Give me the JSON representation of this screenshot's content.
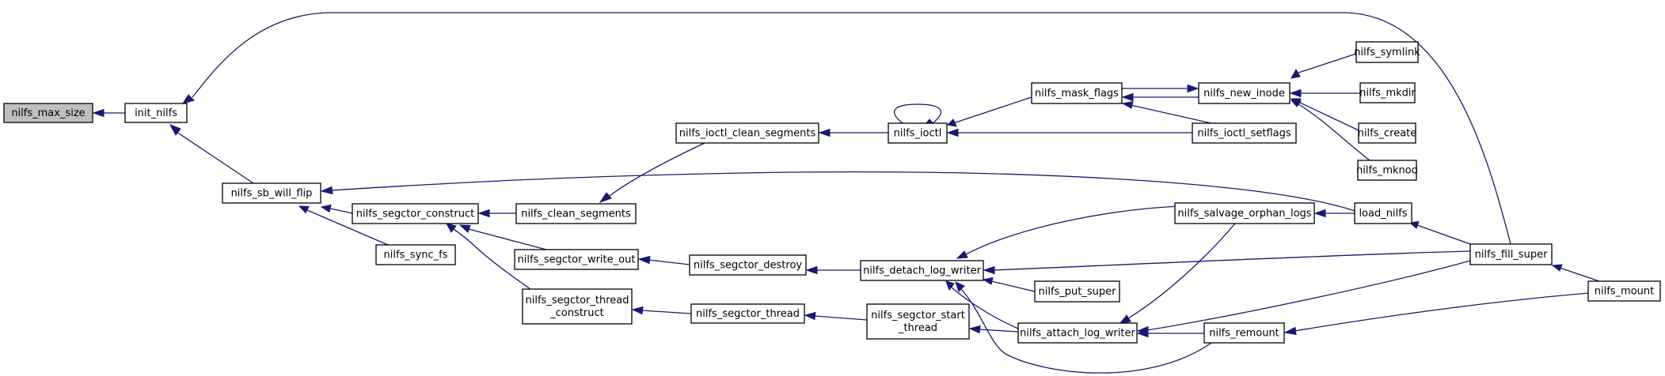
{
  "graph": {
    "title": "",
    "focus": "nilfs_max_size",
    "nodes": [
      {
        "id": "nilfs_max_size",
        "lines": [
          "nilfs_max_size"
        ],
        "focus": true
      },
      {
        "id": "init_nilfs",
        "lines": [
          "init_nilfs"
        ]
      },
      {
        "id": "nilfs_sb_will_flip",
        "lines": [
          "nilfs_sb_will_flip"
        ]
      },
      {
        "id": "nilfs_segctor_construct",
        "lines": [
          "nilfs_segctor_construct"
        ]
      },
      {
        "id": "nilfs_sync_fs",
        "lines": [
          "nilfs_sync_fs"
        ]
      },
      {
        "id": "nilfs_clean_segments",
        "lines": [
          "nilfs_clean_segments"
        ]
      },
      {
        "id": "nilfs_segctor_write_out",
        "lines": [
          "nilfs_segctor_write_out"
        ]
      },
      {
        "id": "nilfs_segctor_thread_construct",
        "lines": [
          "nilfs_segctor_thread",
          "_construct"
        ]
      },
      {
        "id": "nilfs_ioctl_clean_segments",
        "lines": [
          "nilfs_ioctl_clean_segments"
        ]
      },
      {
        "id": "nilfs_segctor_destroy",
        "lines": [
          "nilfs_segctor_destroy"
        ]
      },
      {
        "id": "nilfs_segctor_thread",
        "lines": [
          "nilfs_segctor_thread"
        ]
      },
      {
        "id": "nilfs_ioctl",
        "lines": [
          "nilfs_ioctl"
        ]
      },
      {
        "id": "nilfs_detach_log_writer",
        "lines": [
          "nilfs_detach_log_writer"
        ]
      },
      {
        "id": "nilfs_segctor_start_thread",
        "lines": [
          "nilfs_segctor_start",
          "_thread"
        ]
      },
      {
        "id": "nilfs_mask_flags",
        "lines": [
          "nilfs_mask_flags"
        ]
      },
      {
        "id": "nilfs_put_super",
        "lines": [
          "nilfs_put_super"
        ]
      },
      {
        "id": "nilfs_attach_log_writer",
        "lines": [
          "nilfs_attach_log_writer"
        ]
      },
      {
        "id": "nilfs_new_inode",
        "lines": [
          "nilfs_new_inode"
        ]
      },
      {
        "id": "nilfs_ioctl_setflags",
        "lines": [
          "nilfs_ioctl_setflags"
        ]
      },
      {
        "id": "nilfs_salvage_orphan_logs",
        "lines": [
          "nilfs_salvage_orphan_logs"
        ]
      },
      {
        "id": "nilfs_remount",
        "lines": [
          "nilfs_remount"
        ]
      },
      {
        "id": "load_nilfs",
        "lines": [
          "load_nilfs"
        ]
      },
      {
        "id": "nilfs_symlink",
        "lines": [
          "nilfs_symlink"
        ]
      },
      {
        "id": "nilfs_mkdir",
        "lines": [
          "nilfs_mkdir"
        ]
      },
      {
        "id": "nilfs_create",
        "lines": [
          "nilfs_create"
        ]
      },
      {
        "id": "nilfs_mknod",
        "lines": [
          "nilfs_mknod"
        ]
      },
      {
        "id": "nilfs_fill_super",
        "lines": [
          "nilfs_fill_super"
        ]
      },
      {
        "id": "nilfs_mount",
        "lines": [
          "nilfs_mount"
        ]
      }
    ],
    "edges": [
      {
        "from": "init_nilfs",
        "to": "nilfs_max_size"
      },
      {
        "from": "nilfs_sb_will_flip",
        "to": "init_nilfs"
      },
      {
        "from": "nilfs_fill_super",
        "to": "init_nilfs"
      },
      {
        "from": "nilfs_segctor_construct",
        "to": "nilfs_sb_will_flip"
      },
      {
        "from": "nilfs_sync_fs",
        "to": "nilfs_sb_will_flip"
      },
      {
        "from": "load_nilfs",
        "to": "nilfs_sb_will_flip"
      },
      {
        "from": "nilfs_clean_segments",
        "to": "nilfs_segctor_construct"
      },
      {
        "from": "nilfs_segctor_write_out",
        "to": "nilfs_segctor_construct"
      },
      {
        "from": "nilfs_segctor_thread_construct",
        "to": "nilfs_segctor_construct"
      },
      {
        "from": "nilfs_ioctl_clean_segments",
        "to": "nilfs_clean_segments"
      },
      {
        "from": "nilfs_ioctl",
        "to": "nilfs_ioctl_clean_segments"
      },
      {
        "from": "nilfs_ioctl",
        "to": "nilfs_ioctl"
      },
      {
        "from": "nilfs_mask_flags",
        "to": "nilfs_ioctl"
      },
      {
        "from": "nilfs_ioctl_setflags",
        "to": "nilfs_ioctl"
      },
      {
        "from": "nilfs_new_inode",
        "to": "nilfs_mask_flags"
      },
      {
        "from": "nilfs_ioctl_setflags",
        "to": "nilfs_mask_flags"
      },
      {
        "from": "nilfs_mask_flags",
        "to": "nilfs_new_inode"
      },
      {
        "from": "nilfs_symlink",
        "to": "nilfs_new_inode"
      },
      {
        "from": "nilfs_mkdir",
        "to": "nilfs_new_inode"
      },
      {
        "from": "nilfs_create",
        "to": "nilfs_new_inode"
      },
      {
        "from": "nilfs_mknod",
        "to": "nilfs_new_inode"
      },
      {
        "from": "nilfs_segctor_destroy",
        "to": "nilfs_segctor_write_out"
      },
      {
        "from": "nilfs_detach_log_writer",
        "to": "nilfs_segctor_destroy"
      },
      {
        "from": "nilfs_segctor_thread",
        "to": "nilfs_segctor_thread_construct"
      },
      {
        "from": "nilfs_segctor_start_thread",
        "to": "nilfs_segctor_thread"
      },
      {
        "from": "nilfs_attach_log_writer",
        "to": "nilfs_segctor_start_thread"
      },
      {
        "from": "nilfs_salvage_orphan_logs",
        "to": "nilfs_detach_log_writer"
      },
      {
        "from": "nilfs_fill_super",
        "to": "nilfs_detach_log_writer"
      },
      {
        "from": "nilfs_put_super",
        "to": "nilfs_detach_log_writer"
      },
      {
        "from": "nilfs_attach_log_writer",
        "to": "nilfs_detach_log_writer"
      },
      {
        "from": "nilfs_remount",
        "to": "nilfs_detach_log_writer"
      },
      {
        "from": "nilfs_salvage_orphan_logs",
        "to": "nilfs_attach_log_writer"
      },
      {
        "from": "nilfs_fill_super",
        "to": "nilfs_attach_log_writer"
      },
      {
        "from": "nilfs_remount",
        "to": "nilfs_attach_log_writer"
      },
      {
        "from": "load_nilfs",
        "to": "nilfs_salvage_orphan_logs"
      },
      {
        "from": "nilfs_fill_super",
        "to": "load_nilfs"
      },
      {
        "from": "nilfs_mount",
        "to": "nilfs_fill_super"
      },
      {
        "from": "nilfs_mount",
        "to": "nilfs_remount"
      }
    ]
  }
}
